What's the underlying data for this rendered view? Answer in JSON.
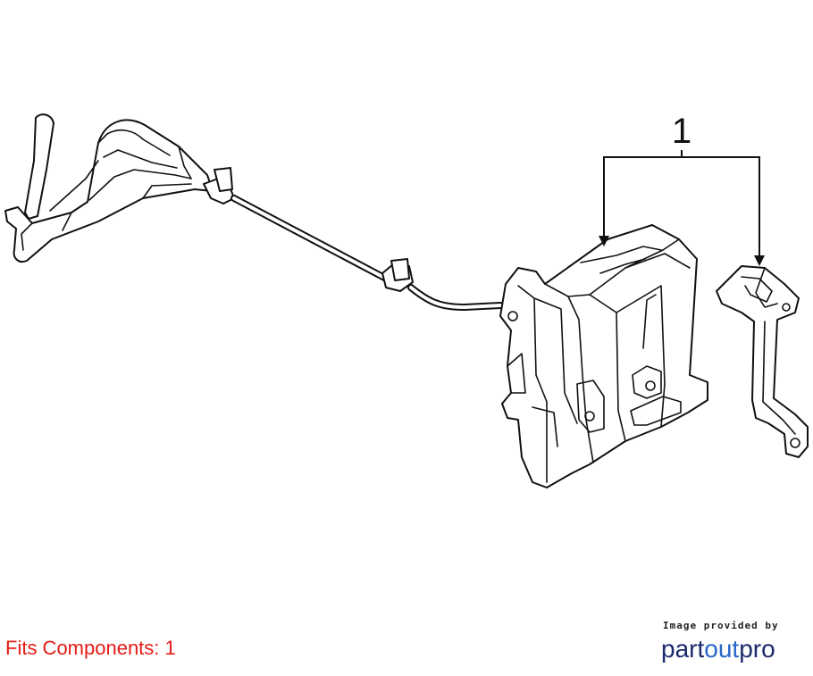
{
  "diagram": {
    "callouts": [
      {
        "number": "1"
      }
    ]
  },
  "footer": {
    "fits_label": "Fits Components: 1",
    "brand": {
      "caption": "Image provided by",
      "logo_text": "partoutpro",
      "colors": {
        "part": "#1b2a6b",
        "out": "#2a66c9",
        "pro": "#1b2a6b"
      }
    }
  },
  "colors": {
    "fits_text": "#e41b17",
    "line_art": "#111111"
  }
}
